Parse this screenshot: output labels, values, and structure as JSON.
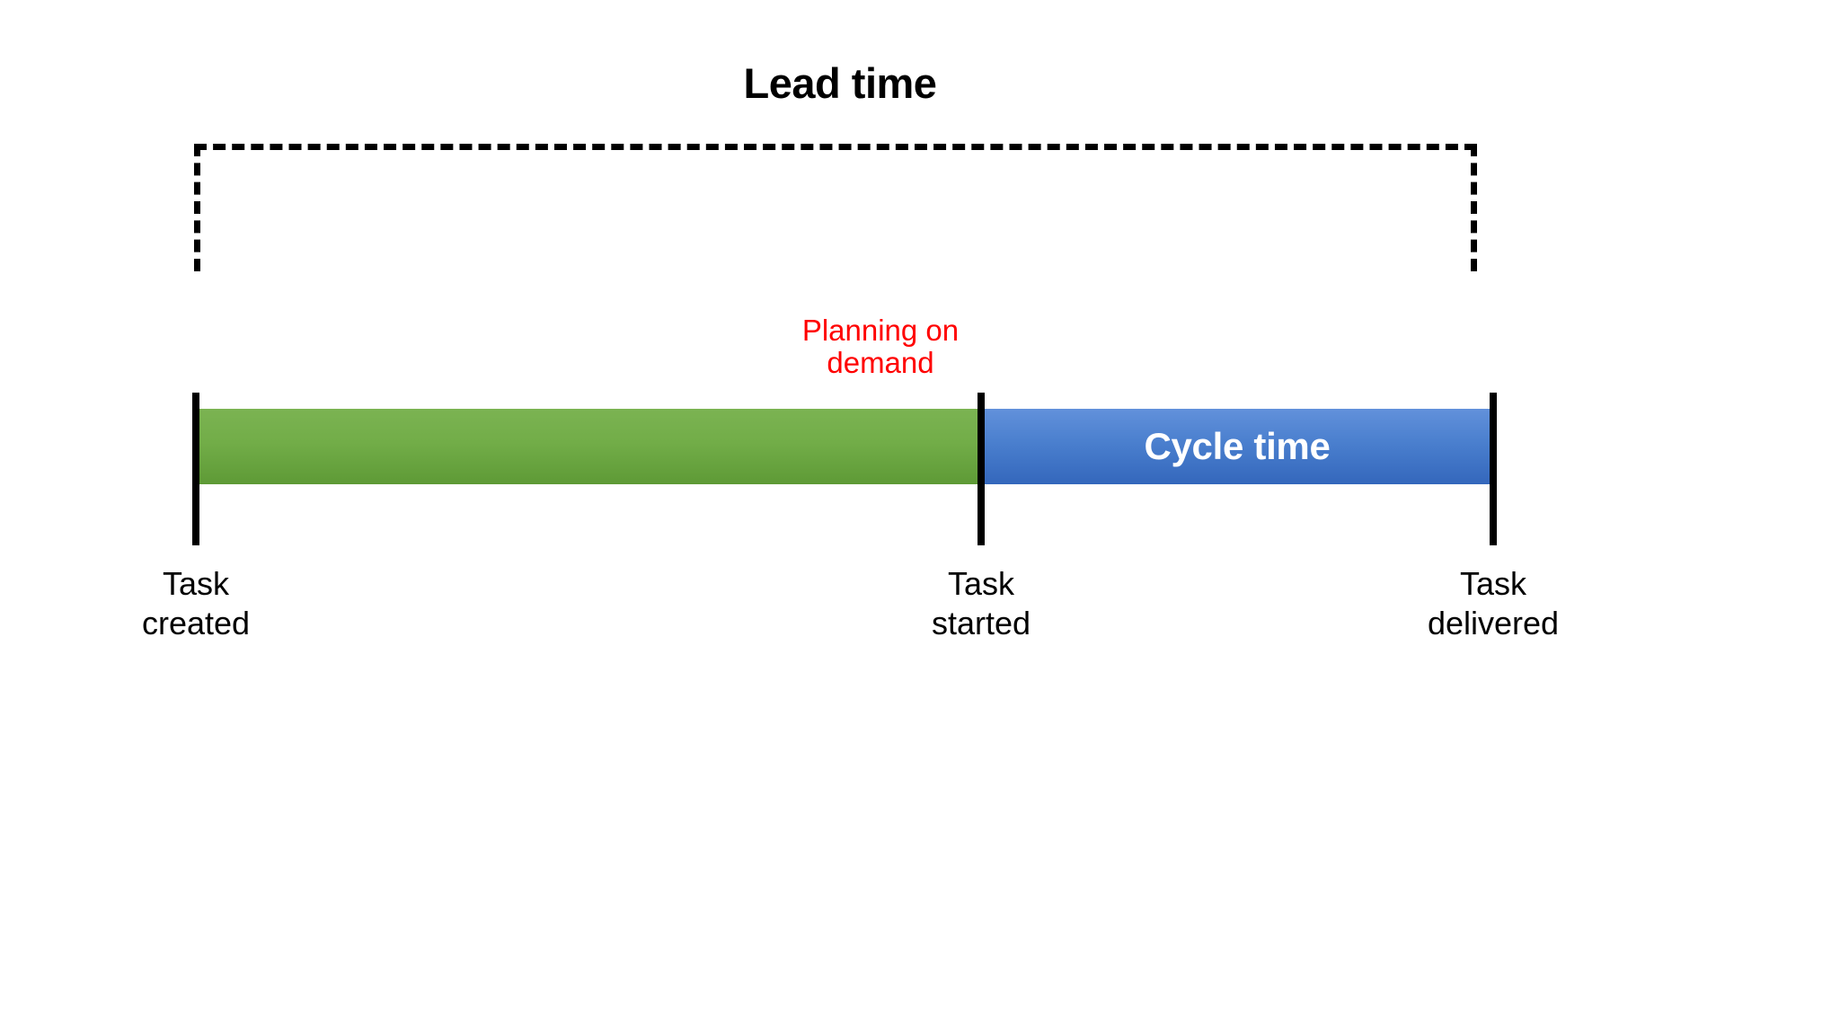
{
  "diagram": {
    "title": "Lead time",
    "bracket_name": "lead-time-bracket",
    "segments": [
      {
        "id": "waiting",
        "label": "",
        "color": "#70AD47",
        "annotation_line_1": "Planning on",
        "annotation_line_2": "demand",
        "annotation_color": "#FF0000"
      },
      {
        "id": "cycle",
        "label": "Cycle time",
        "color": "#4472C4",
        "label_color": "#FFFFFF"
      }
    ],
    "milestones": [
      {
        "id": "task-created",
        "line1": "Task",
        "line2": "created"
      },
      {
        "id": "task-started",
        "line1": "Task",
        "line2": "started"
      },
      {
        "id": "task-delivered",
        "line1": "Task",
        "line2": "delivered"
      }
    ],
    "colors": {
      "green": "#70AD47",
      "blue": "#4472C4",
      "annotation_red": "#FF0000",
      "tick_black": "#000000",
      "background": "#FFFFFF"
    }
  }
}
